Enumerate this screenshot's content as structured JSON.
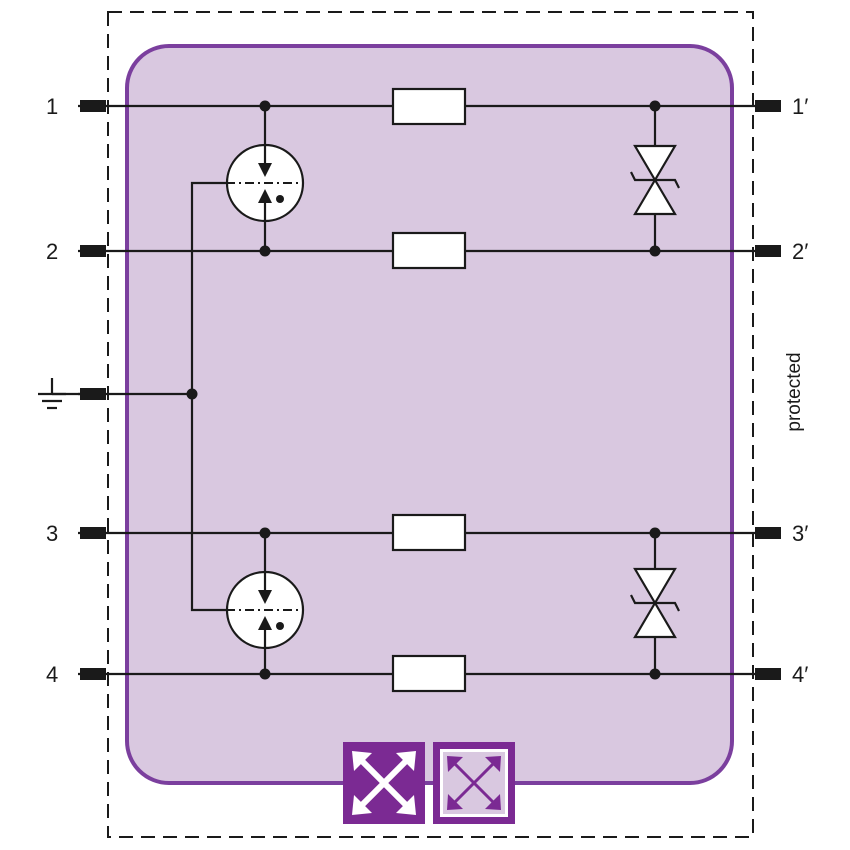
{
  "terminals_in": [
    "1",
    "2",
    "3",
    "4"
  ],
  "terminals_out": [
    "1′",
    "2′",
    "3′",
    "4′"
  ],
  "side_label": "protected",
  "icons": {
    "ground": "ground-icon",
    "gas_discharge_tube": "gas-discharge-tube-icon",
    "resistor": "resistor-icon",
    "suppressor_diode": "bidirectional-tvs-diode-icon",
    "module_symbols": [
      "filled-crossed-arrows-icon",
      "outlined-crossed-arrows-icon"
    ]
  },
  "colors": {
    "module_fill": "#d9c8e0",
    "module_stroke": "#7b3f9e",
    "accent": "#7b2a93",
    "line": "#1a1a1a",
    "component_fill": "#ffffff"
  }
}
